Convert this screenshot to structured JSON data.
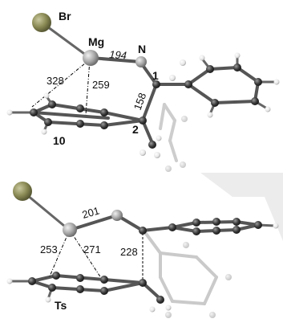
{
  "top": {
    "atoms": {
      "br": "Br",
      "mg": "Mg",
      "n": "N",
      "c1": "1",
      "c2": "2"
    },
    "distances": {
      "mg_n": "194",
      "mg_ring_left": "328",
      "mg_ring_right": "259",
      "c1_c2": "158"
    },
    "structure_label": "10"
  },
  "bottom": {
    "distances": {
      "mg_n": "201",
      "mg_ring_left": "253",
      "mg_ring_right": "271",
      "c_ring": "228"
    },
    "structure_label": "Ts"
  },
  "colors": {
    "br_atom": "#8a8a55",
    "mg_atom": "#a9a9a9",
    "carbon": "#3c3c3c",
    "hydrogen": "#e6e6e6",
    "ghost": "#c8c8c8"
  }
}
